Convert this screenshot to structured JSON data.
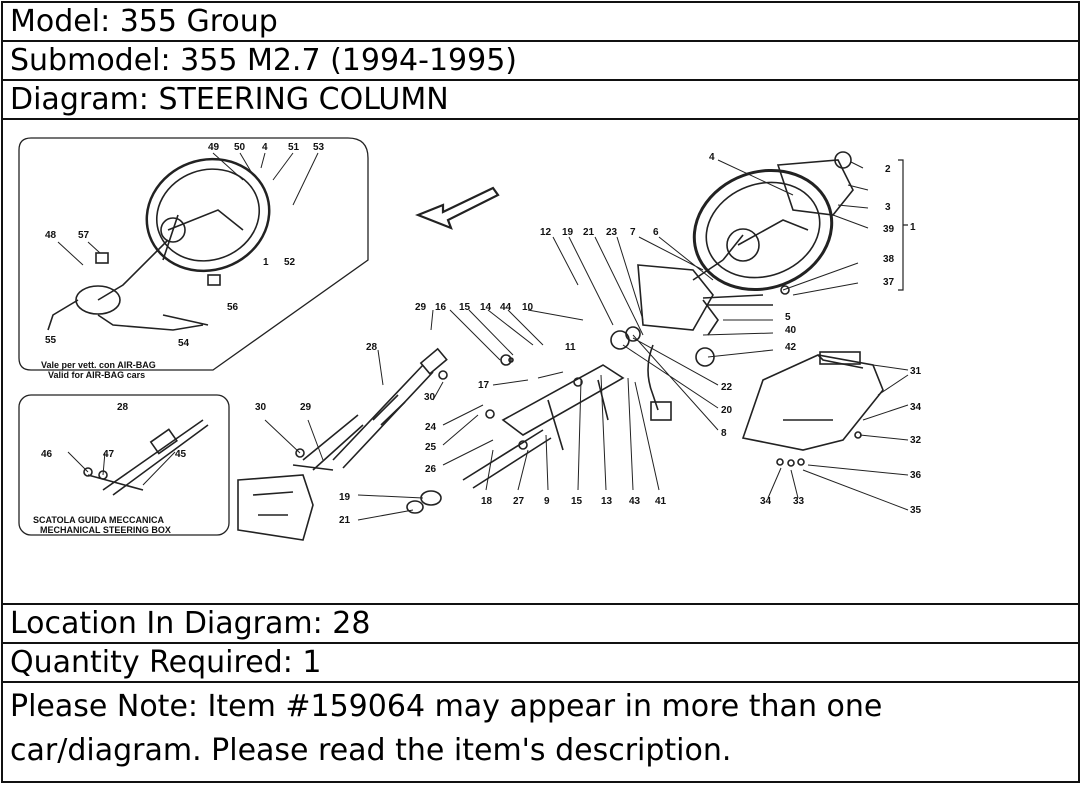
{
  "model_label": "Model: 355 Group",
  "submodel_label": "Submodel: 355 M2.7 (1994-1995)",
  "diagram_label": "Diagram: STEERING COLUMN",
  "location_label": "Location In Diagram: 28",
  "quantity_label": "Quantity Required: 1",
  "note_line1": "Please Note: Item #159064 may appear in more than one",
  "note_line2": "car/diagram. Please read the item's description.",
  "diagram": {
    "inset_airbag_line1": "Vale per vett. con AIR-BAG",
    "inset_airbag_line2": "Valid for AIR-BAG cars",
    "inset_box_line1": "SCATOLA GUIDA MECCANICA",
    "inset_box_line2": "MECHANICAL STEERING BOX",
    "callouts": [
      "49",
      "50",
      "4",
      "51",
      "53",
      "48",
      "57",
      "1",
      "52",
      "56",
      "55",
      "54",
      "28",
      "46",
      "47",
      "45",
      "12",
      "19",
      "21",
      "23",
      "7",
      "6",
      "4",
      "2",
      "3",
      "39",
      "1",
      "38",
      "37",
      "5",
      "40",
      "42",
      "29",
      "16",
      "15",
      "14",
      "44",
      "10",
      "11",
      "17",
      "22",
      "20",
      "8",
      "28",
      "30",
      "30",
      "29",
      "24",
      "25",
      "26",
      "19",
      "21",
      "18",
      "27",
      "9",
      "15",
      "13",
      "43",
      "41",
      "31",
      "34",
      "32",
      "36",
      "35",
      "34",
      "33"
    ]
  }
}
